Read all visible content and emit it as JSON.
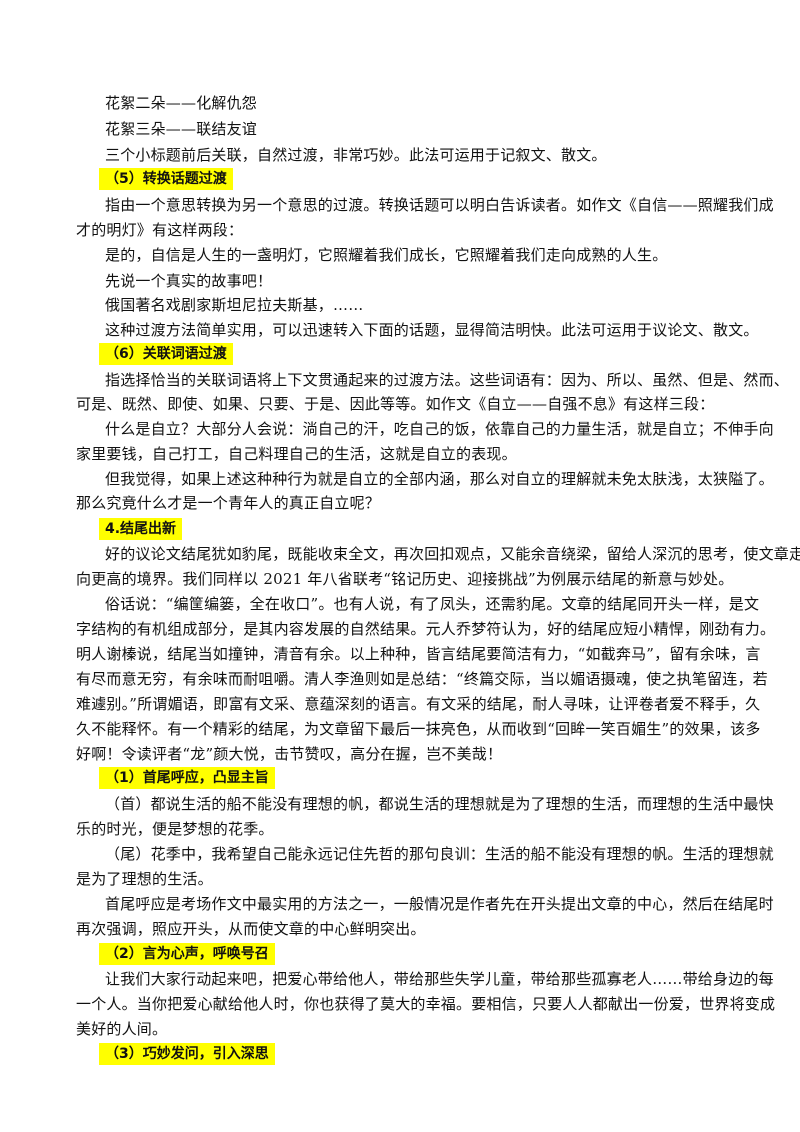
{
  "lines": [
    "花絮二朵——化解仇怨",
    "花絮三朵——联结友谊",
    "三个小标题前后关联，自然过渡，非常巧妙。此法可运用于记叙文、散文。",
    "指由一个意思转换为另一个意思的过渡。转换话题可以明白告诉读者。如作文《自信——照耀我们成",
    "才的明灯》有这样两段：",
    "是的，自信是人生的一盏明灯，它照耀着我们成长，它照耀着我们走向成熟的人生。",
    "先说一个真实的故事吧！",
    "俄国著名戏剧家斯坦尼拉夫斯基，……",
    "这种过渡方法简单实用，可以迅速转入下面的话题，显得简洁明快。此法可运用于议论文、散文。",
    "指选择恰当的关联词语将上下文贯通起来的过渡方法。这些词语有：因为、所以、虽然、但是、然而、",
    "可是、既然、即使、如果、只要、于是、因此等等。如作文《自立——自强不息》有这样三段：",
    "什么是自立？大部分人会说：淌自己的汗，吃自己的饭，依靠自己的力量生活，就是自立；不伸手向",
    "家里要钱，自己打工，自己料理自己的生活，这就是自立的表现。",
    "但我觉得，如果上述这种种行为就是自立的全部内涵，那么对自立的理解就未免太肤浅，太狭隘了。",
    "那么究竟什么才是一个青年人的真正自立呢？",
    "好的议论文结尾犹如豹尾，既能收束全文，再次回扣观点，又能余音绕梁，留给人深沉的思考，使文章走",
    "向更高的境界。我们同样以 2021 年八省联考“铭记历史、迎接挑战”为例展示结尾的新意与妙处。",
    "俗话说：“编筐编篓，全在收口”。也有人说，有了凤头，还需豹尾。文章的结尾同开头一样，是文",
    "字结构的有机组成部分，是其内容发展的自然结果。元人乔梦符认为，好的结尾应短小精悍，刚劲有力。",
    "明人谢榛说，结尾当如撞钟，清音有余。以上种种，皆言结尾要简洁有力，“如截奔马”，留有余味，言",
    "有尽而意无穷，有余味而耐咀嚼。清人李渔则如是总结：“终篇交际，当以媚语摄魂，使之执笔留连，若",
    "难遽别。”所谓媚语，即富有文采、意蕴深刻的语言。有文采的结尾，耐人寻味，让评卷者爱不释手，久",
    "久不能释怀。有一个精彩的结尾，为文章留下最后一抹亮色，从而收到“回眸一笑百媚生”的效果，该多",
    "好啊！令读评者“龙”颜大悦，击节赞叹，高分在握，岂不美哉！",
    "（首）都说生活的船不能没有理想的帆，都说生活的理想就是为了理想的生活，而理想的生活中最快",
    "乐的时光，便是梦想的花季。",
    "（尾）花季中，我希望自己能永远记住先哲的那句良训：生活的船不能没有理想的帆。生活的理想就",
    "是为了理想的生活。",
    "首尾呼应是考场作文中最实用的方法之一，一般情况是作者先在开头提出文章的中心，然后在结尾时",
    "再次强调，照应开头，从而使文章的中心鲜明突出。",
    "让我们大家行动起来吧，把爱心带给他人，带给那些失学儿童，带给那些孤寡老人……带给身边的每",
    "一个人。当你把爱心献给他人时，你也获得了莫大的幸福。要相信，只要人人都献出一份爱，世界将变成",
    "美好的人间。"
  ],
  "headings": [
    "（5）转换话题过渡",
    "（6）关联词语过渡",
    "4.结尾出新",
    "（1）首尾呼应，凸显主旨",
    "（2）言为心声，呼唤号召",
    "（3）巧妙发问，引入深思"
  ],
  "highlight_color": "#ffff00"
}
